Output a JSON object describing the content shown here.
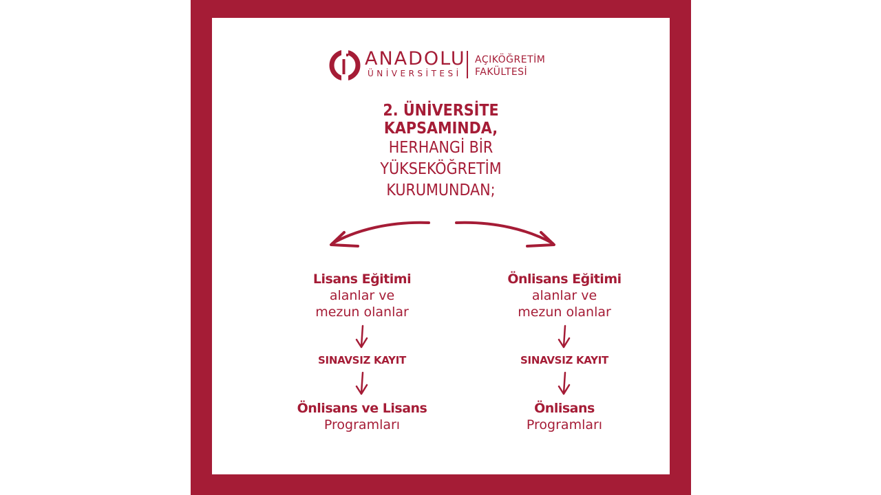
{
  "logo": {
    "name": "ANADOLU",
    "subtitle": "ÜNİVERSİTESİ",
    "faculty_line1": "AÇIKÖĞRETİM",
    "faculty_line2": "FAKÜLTESİ"
  },
  "headline": {
    "line1": "2. ÜNİVERSİTE",
    "line2": "KAPSAMINDA,",
    "line3": "HERHANGİ BİR",
    "line4": "YÜKSEKÖĞRETİM",
    "line5": "KURUMUNDAN;"
  },
  "left": {
    "title": "Lisans Eğitimi",
    "desc1": "alanlar ve",
    "desc2": "mezun olanlar",
    "step": "SINAVSIZ KAYIT",
    "result_title": "Önlisans ve Lisans",
    "result_sub": "Programları"
  },
  "right": {
    "title": "Önlisans Eğitimi",
    "desc1": "alanlar ve",
    "desc2": "mezun olanlar",
    "step": "SINAVSIZ KAYIT",
    "result_title": "Önlisans",
    "result_sub": "Programları"
  },
  "colors": {
    "brand": "#a51c36",
    "background": "#ffffff"
  }
}
